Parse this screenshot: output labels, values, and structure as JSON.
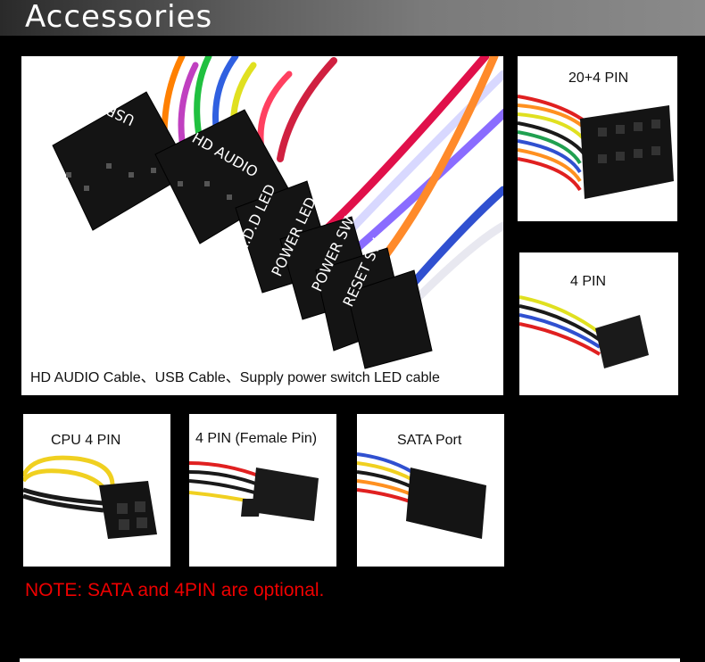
{
  "header": {
    "title": "Accessories"
  },
  "main_panel": {
    "caption": "HD AUDIO Cable、USB Cable、Supply power switch LED cable",
    "connectors": [
      "USB",
      "HD AUDIO",
      "H.D.D LED",
      "POWER LED",
      "POWER SW",
      "RESET SW"
    ]
  },
  "panels": {
    "pin24": {
      "label": "20+4 PIN"
    },
    "pin4": {
      "label": "4 PIN"
    },
    "cpu4": {
      "label": "CPU 4 PIN"
    },
    "molex": {
      "label": "4 PIN (Female Pin)"
    },
    "sata": {
      "label": "SATA Port"
    }
  },
  "note": "NOTE: SATA and 4PIN are optional.",
  "colors": {
    "note": "#ff0000",
    "background": "#000000"
  }
}
